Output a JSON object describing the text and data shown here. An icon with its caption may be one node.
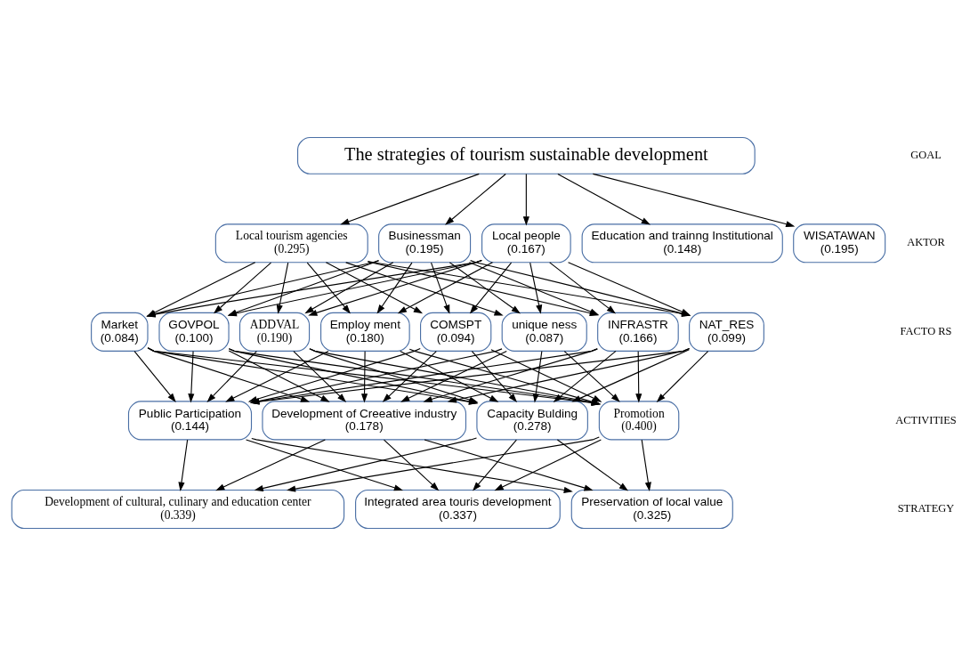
{
  "diagram": {
    "nodes": [
      {
        "text": [
          "The strategies of tourism sustainable development"
        ]
      },
      {
        "text": [
          "Local tourism agencies",
          "(0.295)"
        ]
      },
      {
        "text": [
          "Businessman",
          "(0.195)"
        ]
      },
      {
        "text": [
          "Local people",
          "(0.167)"
        ]
      },
      {
        "text": [
          "Education and trainng Institutional",
          "(0.148)"
        ]
      },
      {
        "text": [
          "WISATAWAN",
          "(0.195)"
        ]
      },
      {
        "text": [
          "ADDVAL",
          "(0.190)"
        ]
      },
      {
        "text": [
          "Employ ment",
          "(0.180)"
        ]
      },
      {
        "text": [
          "COMSPT",
          "(0.094)"
        ]
      },
      {
        "text": [
          "unique ness",
          "(0.087)"
        ]
      },
      {
        "text": [
          "INFRASTR",
          "(0.166)"
        ]
      },
      {
        "text": [
          "NAT_RES",
          "(0.099)"
        ]
      },
      {
        "text": [
          "Market",
          "(0.084)"
        ]
      },
      {
        "text": [
          "GOVPOL",
          "(0.100)"
        ]
      },
      {
        "text": [
          "Capacity Bulding",
          "(0.278)"
        ]
      },
      {
        "text": [
          "Promotion",
          "(0.400)"
        ]
      },
      {
        "text": [
          "Public Participation",
          "(0.144)"
        ]
      },
      {
        "text": [
          "Development of Creeative industry",
          "(0.178)"
        ]
      },
      {
        "text": [
          "Development of cultural, culinary and education center",
          "(0.339)"
        ]
      },
      {
        "text": [
          "Integrated area touris development",
          "(0.337)"
        ]
      },
      {
        "text": [
          "Preservation of local value",
          "(0.325)"
        ]
      }
    ],
    "edges": [
      {
        "from": 0,
        "to": 1,
        "arrow": "to"
      },
      {
        "from": 0,
        "to": 2,
        "arrow": "to"
      },
      {
        "from": 0,
        "to": 3,
        "arrow": "to"
      },
      {
        "from": 0,
        "to": 4,
        "arrow": "to"
      },
      {
        "from": 0,
        "to": 5,
        "arrow": "to"
      },
      {
        "from": 1,
        "to": 6,
        "arrow": "to"
      },
      {
        "from": 1,
        "to": 7,
        "arrow": "to"
      },
      {
        "from": 1,
        "to": 8,
        "arrow": "to"
      },
      {
        "from": 1,
        "to": 9,
        "arrow": "to"
      },
      {
        "from": 1,
        "to": 10,
        "arrow": "to"
      },
      {
        "from": 1,
        "to": 11,
        "arrow": "to"
      },
      {
        "from": 1,
        "to": 12,
        "arrow": "to"
      },
      {
        "from": 1,
        "to": 13,
        "arrow": "to"
      },
      {
        "from": 2,
        "to": 6,
        "arrow": "to"
      },
      {
        "from": 2,
        "to": 7,
        "arrow": "to"
      },
      {
        "from": 2,
        "to": 8,
        "arrow": "to"
      },
      {
        "from": 2,
        "to": 9,
        "arrow": "to"
      },
      {
        "from": 2,
        "to": 10,
        "arrow": "to"
      },
      {
        "from": 2,
        "to": 11,
        "arrow": "to"
      },
      {
        "from": 2,
        "to": 12,
        "arrow": "to"
      },
      {
        "from": 2,
        "to": 13,
        "arrow": "to"
      },
      {
        "from": 3,
        "to": 6,
        "arrow": "to"
      },
      {
        "from": 3,
        "to": 7,
        "arrow": "to"
      },
      {
        "from": 3,
        "to": 8,
        "arrow": "to"
      },
      {
        "from": 3,
        "to": 9,
        "arrow": "to"
      },
      {
        "from": 3,
        "to": 10,
        "arrow": "to"
      },
      {
        "from": 3,
        "to": 11,
        "arrow": "to"
      },
      {
        "from": 3,
        "to": 12,
        "arrow": "to"
      },
      {
        "from": 3,
        "to": 13,
        "arrow": "to"
      },
      {
        "from": 6,
        "to": 14,
        "arrow": "to"
      },
      {
        "from": 6,
        "to": 15,
        "arrow": "to"
      },
      {
        "from": 6,
        "to": 16,
        "arrow": "to"
      },
      {
        "from": 6,
        "to": 17,
        "arrow": "to"
      },
      {
        "from": 7,
        "to": 14,
        "arrow": "to"
      },
      {
        "from": 7,
        "to": 15,
        "arrow": "to"
      },
      {
        "from": 7,
        "to": 16,
        "arrow": "to"
      },
      {
        "from": 7,
        "to": 17,
        "arrow": "to"
      },
      {
        "from": 8,
        "to": 14,
        "arrow": "to"
      },
      {
        "from": 8,
        "to": 15,
        "arrow": "to"
      },
      {
        "from": 8,
        "to": 16,
        "arrow": "to"
      },
      {
        "from": 8,
        "to": 17,
        "arrow": "to"
      },
      {
        "from": 9,
        "to": 14,
        "arrow": "to"
      },
      {
        "from": 9,
        "to": 15,
        "arrow": "to"
      },
      {
        "from": 9,
        "to": 16,
        "arrow": "to"
      },
      {
        "from": 9,
        "to": 17,
        "arrow": "to"
      },
      {
        "from": 10,
        "to": 14,
        "arrow": "to"
      },
      {
        "from": 10,
        "to": 15,
        "arrow": "to"
      },
      {
        "from": 10,
        "to": 16,
        "arrow": "to"
      },
      {
        "from": 10,
        "to": 17,
        "arrow": "to"
      },
      {
        "from": 11,
        "to": 14,
        "arrow": "to"
      },
      {
        "from": 11,
        "to": 15,
        "arrow": "to"
      },
      {
        "from": 11,
        "to": 16,
        "arrow": "to"
      },
      {
        "from": 11,
        "to": 17,
        "arrow": "to"
      },
      {
        "from": 12,
        "to": 14,
        "arrow": "to"
      },
      {
        "from": 12,
        "to": 15,
        "arrow": "to"
      },
      {
        "from": 12,
        "to": 16,
        "arrow": "to"
      },
      {
        "from": 12,
        "to": 17,
        "arrow": "to"
      },
      {
        "from": 13,
        "to": 14,
        "arrow": "to"
      },
      {
        "from": 13,
        "to": 15,
        "arrow": "to"
      },
      {
        "from": 13,
        "to": 16,
        "arrow": "to"
      },
      {
        "from": 13,
        "to": 17,
        "arrow": "to"
      },
      {
        "from": 14,
        "to": 18,
        "arrow": "to"
      },
      {
        "from": 14,
        "to": 19,
        "arrow": "to"
      },
      {
        "from": 14,
        "to": 20,
        "arrow": "to"
      },
      {
        "from": 15,
        "to": 18,
        "arrow": "to"
      },
      {
        "from": 15,
        "to": 19,
        "arrow": "to"
      },
      {
        "from": 15,
        "to": 20,
        "arrow": "to"
      },
      {
        "from": 16,
        "to": 18,
        "arrow": "to"
      },
      {
        "from": 16,
        "to": 19,
        "arrow": "to"
      },
      {
        "from": 16,
        "to": 20,
        "arrow": "to"
      },
      {
        "from": 17,
        "to": 18,
        "arrow": "to"
      },
      {
        "from": 17,
        "to": 19,
        "arrow": "to"
      },
      {
        "from": 17,
        "to": 20,
        "arrow": "to"
      }
    ],
    "labels": [
      "GOAL",
      "AKTOR",
      "FACTO RS",
      "ACTIVITIES",
      "STRATEGY"
    ]
  }
}
